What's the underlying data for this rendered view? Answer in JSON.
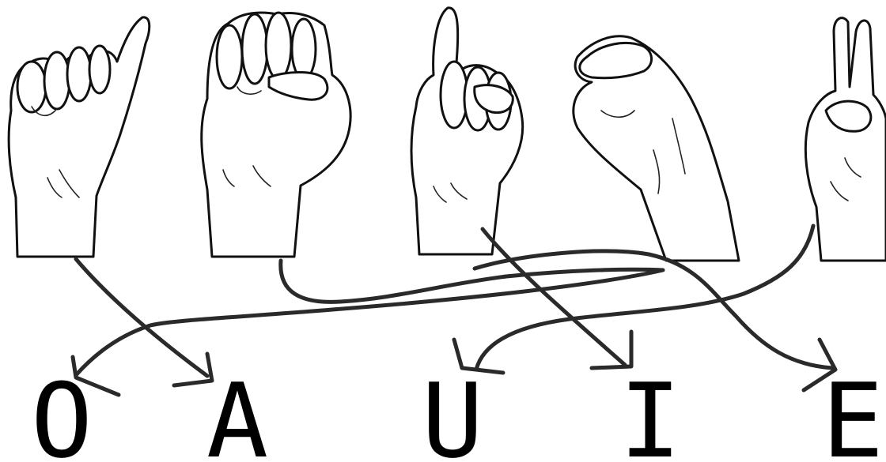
{
  "letters": {
    "o": "O",
    "a": "A",
    "u": "U",
    "i": "I",
    "e": "E"
  },
  "hands": [
    {
      "name": "hand-sign-y",
      "icon": "hand-y-sign-icon"
    },
    {
      "name": "hand-sign-s",
      "icon": "hand-fist-sign-icon"
    },
    {
      "name": "hand-sign-d",
      "icon": "hand-index-up-sign-icon"
    },
    {
      "name": "hand-sign-c",
      "icon": "hand-c-shape-sign-icon"
    },
    {
      "name": "hand-sign-r",
      "icon": "hand-crossed-fingers-sign-icon"
    }
  ],
  "colors": {
    "ink": "#111111",
    "connector": "#2a2a2a",
    "background": "#ffffff"
  }
}
